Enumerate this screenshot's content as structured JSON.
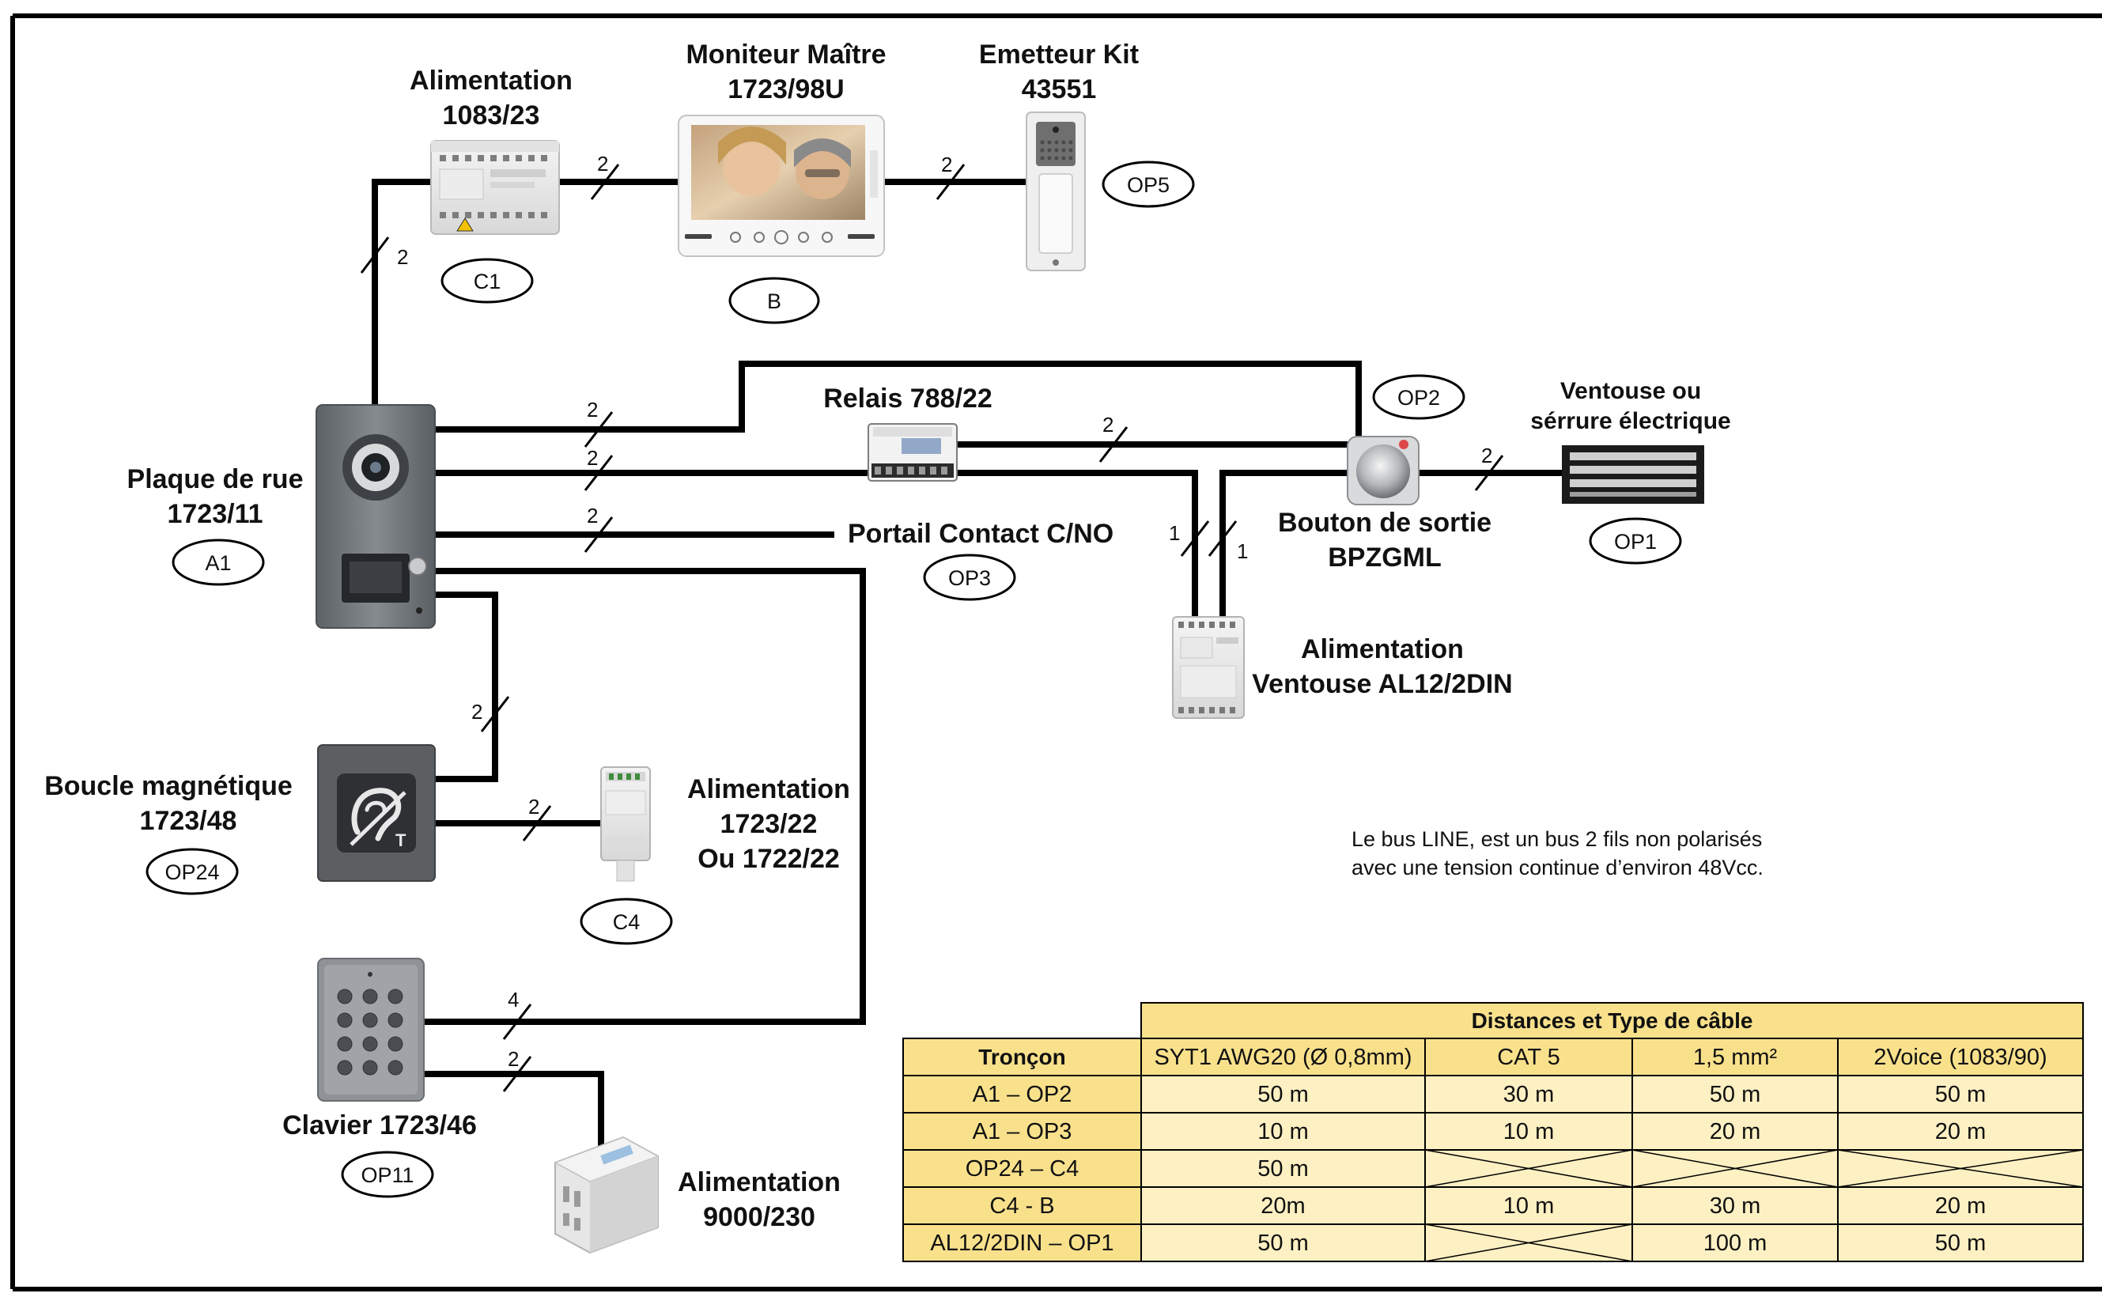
{
  "devices": {
    "alim_1083": {
      "name": "Alimentation",
      "model": "1083/23",
      "ref": "C1"
    },
    "moniteur": {
      "name": "Moniteur Maître",
      "model": "1723/98U",
      "ref": "B"
    },
    "emetteur": {
      "name": "Emetteur Kit",
      "model": "43551",
      "ref": "OP5"
    },
    "plaque": {
      "name": "Plaque de rue",
      "model": "1723/11",
      "ref": "A1"
    },
    "relais": {
      "name": "Relais 788/22"
    },
    "bouton": {
      "name": "Bouton de sortie",
      "model": "BPZGML",
      "ref": "OP2"
    },
    "ventouse": {
      "name": "Ventouse ou",
      "name2": "sérrure électrique",
      "ref": "OP1"
    },
    "portail": {
      "name": "Portail Contact C/NO",
      "ref": "OP3"
    },
    "alim_al12": {
      "name": "Alimentation",
      "model": "Ventouse AL12/2DIN"
    },
    "boucle": {
      "name": "Boucle magnétique",
      "model": "1723/48",
      "ref": "OP24"
    },
    "alim_1723": {
      "name": "Alimentation",
      "model": "1723/22",
      "model2": "Ou 1722/22",
      "ref": "C4"
    },
    "clavier": {
      "name": "Clavier 1723/46",
      "ref": "OP11"
    },
    "alim_9000": {
      "name": "Alimentation",
      "model": "9000/230"
    }
  },
  "wire_counts": {
    "plaque_alim": "2",
    "alim_moniteur": "2",
    "moniteur_emetteur": "2",
    "plaque_bouton": "2",
    "plaque_relais": "2",
    "plaque_portail": "2",
    "relais_bouton": "2",
    "bouton_ventouse": "2",
    "relais_al12": "1",
    "al12_bouton": "1",
    "plaque_boucle": "2",
    "boucle_alim": "2",
    "clavier_plaque": "4",
    "clavier_alim": "2"
  },
  "note": {
    "line1": "Le bus LINE, est un bus 2 fils non polarisés",
    "line2": "avec une tension continue d’environ 48Vcc."
  },
  "table": {
    "title": "Distances et Type de câble",
    "headers": [
      "Tronçon",
      "SYT1 AWG20 (Ø 0,8mm)",
      "CAT 5",
      "1,5 mm²",
      "2Voice (1083/90)"
    ],
    "rows": [
      [
        "A1 – OP2",
        "50 m",
        "30 m",
        "50 m",
        "50 m"
      ],
      [
        "A1 – OP3",
        "10 m",
        "10 m",
        "20 m",
        "20 m"
      ],
      [
        "OP24 – C4",
        "50 m",
        "",
        "",
        ""
      ],
      [
        "C4 - B",
        "20m",
        "10 m",
        "30 m",
        "20 m"
      ],
      [
        "AL12/2DIN – OP1",
        "50 m",
        "",
        "100 m",
        "50 m"
      ]
    ],
    "crossed_cells": [
      [
        2,
        2
      ],
      [
        2,
        3
      ],
      [
        2,
        4
      ],
      [
        4,
        2
      ]
    ]
  },
  "colors": {
    "table_header": "#f9e18c",
    "table_cell": "#fdf0c2",
    "wire": "#000000"
  }
}
